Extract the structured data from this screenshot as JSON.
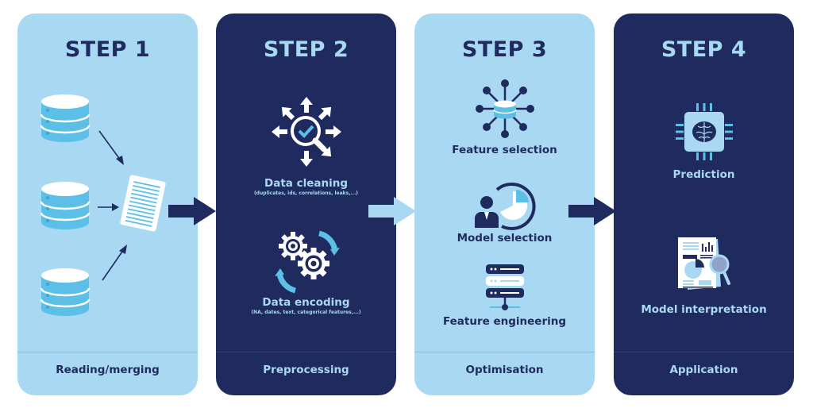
{
  "steps": [
    {
      "title": "STEP 1",
      "footer": "Reading/merging",
      "items": [
        {
          "icon": "database-icon"
        },
        {
          "icon": "database-icon"
        },
        {
          "icon": "database-icon"
        },
        {
          "icon": "document-icon"
        }
      ]
    },
    {
      "title": "STEP 2",
      "footer": "Preprocessing",
      "items": [
        {
          "icon": "magnifier-check-icon",
          "label": "Data cleaning",
          "sub": "(duplicates, ids, correlations, leaks,...)"
        },
        {
          "icon": "gears-icon",
          "label": "Data encoding",
          "sub": "(NA, dates, text, categorical features,...)"
        }
      ]
    },
    {
      "title": "STEP 3",
      "footer": "Optimisation",
      "items": [
        {
          "icon": "network-database-icon",
          "label": "Feature selection"
        },
        {
          "icon": "person-chart-icon",
          "label": "Model selection"
        },
        {
          "icon": "server-icon",
          "label": "Feature engineering"
        }
      ]
    },
    {
      "title": "STEP 4",
      "footer": "Application",
      "items": [
        {
          "icon": "brain-chip-icon",
          "label": "Prediction"
        },
        {
          "icon": "report-magnifier-icon",
          "label": "Model interpretation"
        }
      ]
    }
  ],
  "colors": {
    "light": "#a9d8f3",
    "dark": "#1f2a5e",
    "accent": "#5bbfe8",
    "white": "#ffffff"
  }
}
